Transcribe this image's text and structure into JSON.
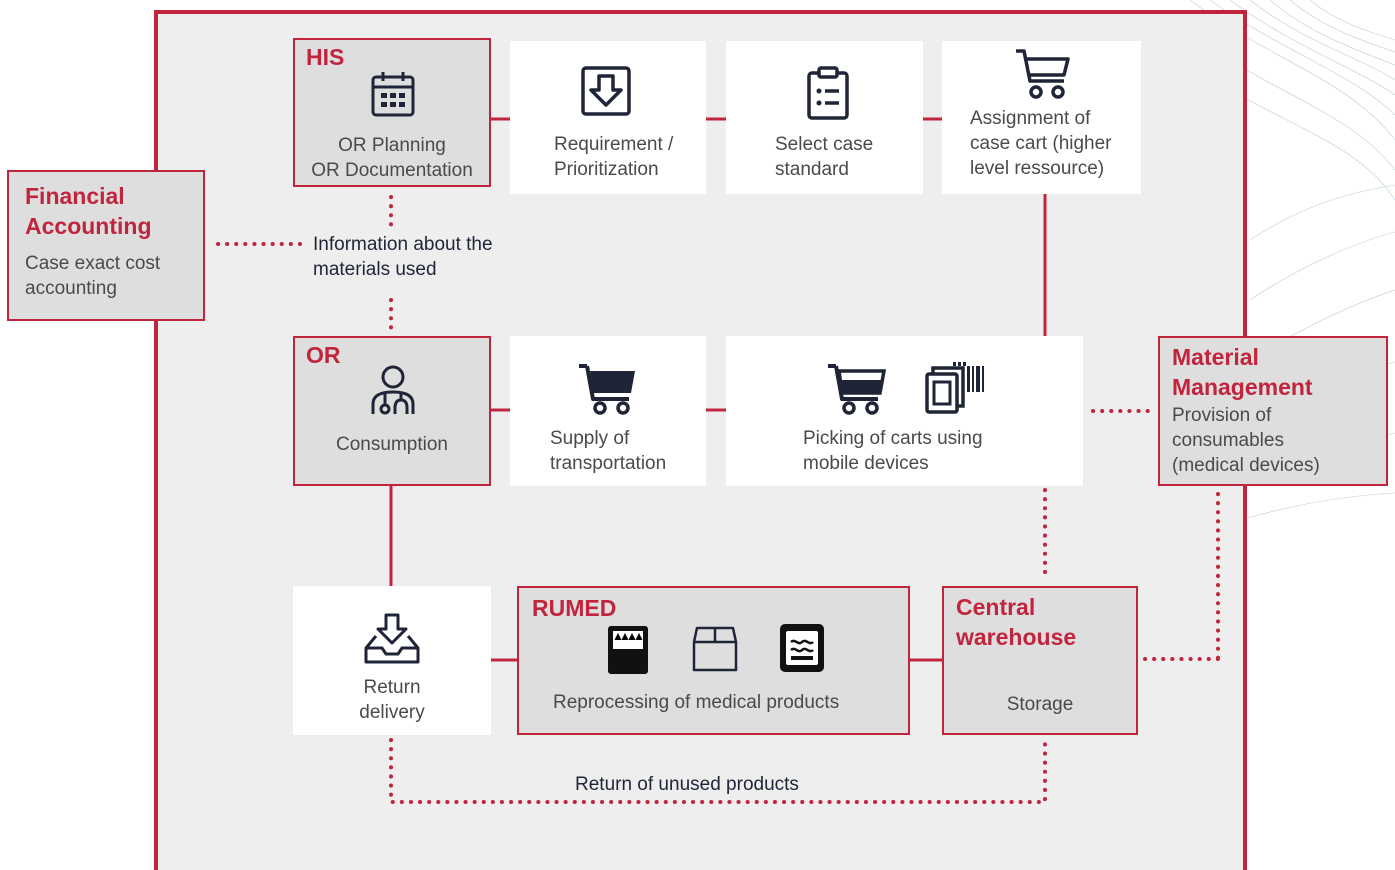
{
  "his": {
    "title": "HIS",
    "line1": "OR Planning",
    "line2": "OR Documentation"
  },
  "req": {
    "line1": "Requirement /",
    "line2": "Prioritization"
  },
  "case_std": {
    "line1": "Select case",
    "line2": "standard"
  },
  "assign": {
    "line1": "Assignment of",
    "line2": "case cart (higher",
    "line3": "level ressource)"
  },
  "fin": {
    "title1": "Financial",
    "title2": "Accounting",
    "line1": "Case exact cost",
    "line2": "accounting"
  },
  "info": {
    "line1": "Information about the",
    "line2": "materials used"
  },
  "or": {
    "title": "OR",
    "line1": "Consumption"
  },
  "supply": {
    "line1": "Supply of",
    "line2": "transportation"
  },
  "picking": {
    "line1": "Picking of carts using",
    "line2": "mobile devices"
  },
  "mat": {
    "title1": "Material",
    "title2": "Management",
    "line1": "Provision of",
    "line2": "consumables",
    "line3": "(medical devices)"
  },
  "return_delivery": {
    "line1": "Return",
    "line2": "delivery"
  },
  "rumed": {
    "title": "RUMED",
    "line1": "Reprocessing of medical products"
  },
  "central": {
    "title1": "Central",
    "title2": "warehouse",
    "line1": "Storage"
  },
  "unused": {
    "label": "Return of unused products"
  },
  "colors": {
    "accent": "#c1253e",
    "icon": "#1f2537",
    "grey_box": "#dedede",
    "frame_bg": "#eeeeee"
  }
}
